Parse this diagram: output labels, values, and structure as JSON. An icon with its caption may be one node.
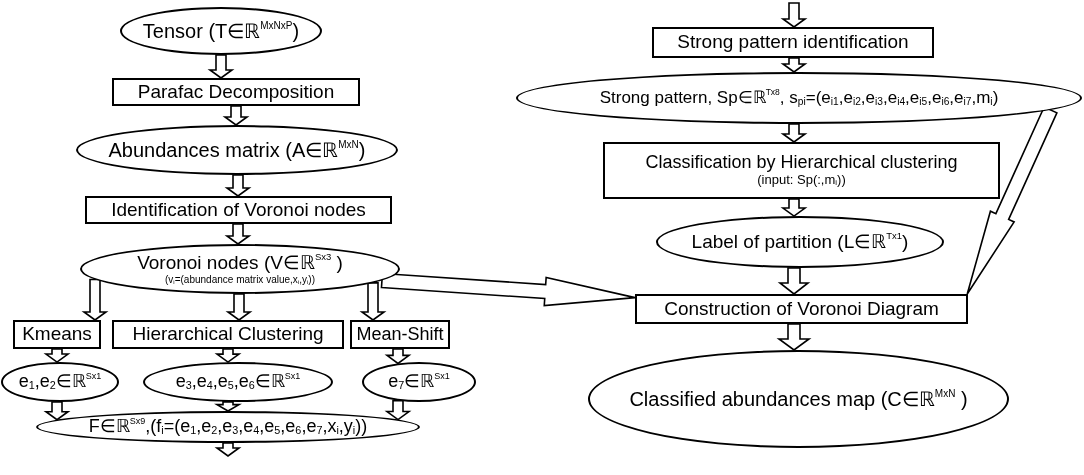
{
  "diagram": {
    "nodes": [
      {
        "text": [
          "Tensor (T∈ℝ$^{MxNxP}$)"
        ]
      },
      {
        "text": [
          "Parafac Decomposition"
        ]
      },
      {
        "text": [
          "Abundances matrix (A∈ℝ$^{MxN}$)"
        ]
      },
      {
        "text": [
          "Identification of Voronoi nodes"
        ]
      },
      {
        "text": [
          "Voronoi nodes (V∈ℝ$^{Sx3}$ )",
          "(v$_{i}$=(abundance matrix value,x$_{i}$,y$_{i}$))"
        ]
      },
      {
        "text": [
          "Kmeans"
        ]
      },
      {
        "text": [
          "Hierarchical Clustering"
        ]
      },
      {
        "text": [
          "Mean-Shift"
        ]
      },
      {
        "text": [
          "e$_{1}$,e$_{2}$∈ℝ$^{Sx1}$"
        ]
      },
      {
        "text": [
          "e$_{3}$,e$_{4}$,e$_{5}$,e$_{6}$∈ℝ$^{Sx1}$"
        ]
      },
      {
        "text": [
          "e$_{7}$∈ℝ$^{Sx1}$"
        ]
      },
      {
        "text": [
          "F∈ℝ$^{Sx9}$,(f$_{i}$=(e$_{1}$,e$_{2}$,e$_{3}$,e$_{4}$,e$_{5}$,e$_{6}$,e$_{7}$,x$_{i}$,y$_{i}$))"
        ]
      },
      {
        "text": [
          "Strong pattern identification"
        ]
      },
      {
        "text": [
          "Strong pattern, Sp∈ℝ$^{Tx8}$, s$_{pi}$=(e$_{i1}$,e$_{i2}$,e$_{i3}$,e$_{i4}$,e$_{i5}$,e$_{i6}$,e$_{i7}$,m$_{i}$)"
        ]
      },
      {
        "text": [
          "Classification by Hierarchical clustering",
          "(input: Sp(:,m$_{i}$))"
        ]
      },
      {
        "text": [
          "Label of partition (L∈ℝ$^{Tx1}$)"
        ]
      },
      {
        "text": [
          "Construction of Voronoi Diagram"
        ]
      },
      {
        "text": [
          "Classified abundances map (C∈ℝ$^{MxN}$ )"
        ]
      }
    ],
    "edges": [
      {
        "from": 0,
        "to": 1,
        "arrow": "to"
      },
      {
        "from": 1,
        "to": 2,
        "arrow": "to"
      },
      {
        "from": 2,
        "to": 3,
        "arrow": "to"
      },
      {
        "from": 3,
        "to": 4,
        "arrow": "to"
      },
      {
        "from": 4,
        "to": 5,
        "arrow": "to"
      },
      {
        "from": 4,
        "to": 6,
        "arrow": "to"
      },
      {
        "from": 4,
        "to": 7,
        "arrow": "to"
      },
      {
        "from": 5,
        "to": 8,
        "arrow": "to"
      },
      {
        "from": 6,
        "to": 9,
        "arrow": "to"
      },
      {
        "from": 7,
        "to": 10,
        "arrow": "to"
      },
      {
        "from": 8,
        "to": 11,
        "arrow": "to"
      },
      {
        "from": 9,
        "to": 11,
        "arrow": "to"
      },
      {
        "from": 10,
        "to": 11,
        "arrow": "to"
      },
      {
        "from": 11,
        "to": null,
        "arrow": "to"
      },
      {
        "from": null,
        "to": 12,
        "arrow": "to"
      },
      {
        "from": 12,
        "to": 13,
        "arrow": "to"
      },
      {
        "from": 13,
        "to": 14,
        "arrow": "to"
      },
      {
        "from": 14,
        "to": 15,
        "arrow": "to"
      },
      {
        "from": 15,
        "to": 16,
        "arrow": "to"
      },
      {
        "from": 16,
        "to": 17,
        "arrow": "to"
      },
      {
        "from": 4,
        "to": 16,
        "arrow": "to"
      },
      {
        "from": 13,
        "to": 16,
        "arrow": "to"
      }
    ]
  }
}
